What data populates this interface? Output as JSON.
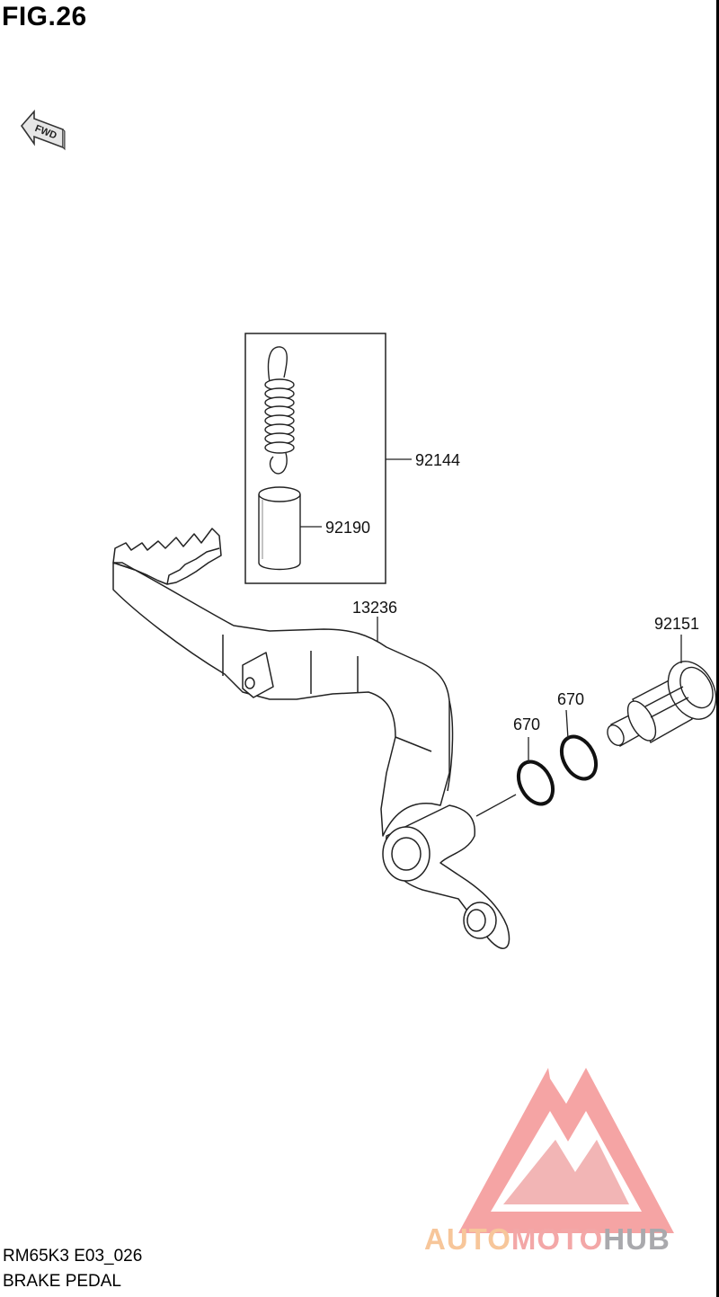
{
  "figure": {
    "title": "FIG.26"
  },
  "direction_marker": {
    "label": "FWD"
  },
  "callouts": {
    "spring": "92144",
    "sleeve": "92190",
    "pedal": "13236",
    "pivot_bolt": "92151",
    "oring_inner": "670",
    "oring_outer": "670"
  },
  "footer": {
    "model_code": "RM65K3 E03_026",
    "section_name": "BRAKE PEDAL"
  },
  "watermark": {
    "part1": "AUTO",
    "part2": "MOTO",
    "part3": "HUB",
    "colors": {
      "part1": "#f7c69a",
      "part2": "#f3a7a7",
      "part3": "#a9a9ad",
      "logo": "#f5a0a0"
    }
  }
}
